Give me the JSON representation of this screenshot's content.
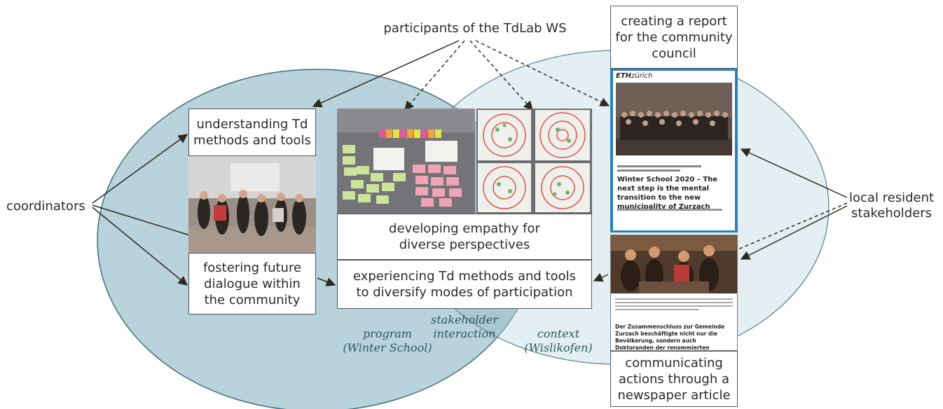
{
  "top_label": "participants of the TdLab WS",
  "left_label": "coordinators",
  "right_label": "local resident\nstakeholders",
  "boxes": {
    "understanding": "understanding Td\nmethods and tools",
    "fostering": "fostering future\ndialogue within\nthe community",
    "empathy": "developing empathy for\ndiverse perspectives",
    "experiencing": "experiencing Td methods and tools\nto diversify modes of participation",
    "report": "creating a report\nfor the community\ncouncil",
    "communicating": "communicating\nactions through a\nnewspaper article"
  },
  "ellipse_labels": {
    "program": "program\n(Winter School)",
    "stakeholder": "stakeholder\ninteraction",
    "context": "context\n(Wislikofen)"
  },
  "report_thumb": {
    "logo_eth": "ETH",
    "logo_zurich": "zürich",
    "headline": "Winter School 2020 – The next step is the mental transition to the new municipality of Zurzach"
  },
  "newspaper_thumb": {
    "headline": "Der Zusammenschluss zur Gemeinde Zurzach beschäftigte nicht nur die Bevölkerung, sondern auch Doktoranden der renommierten Hochschule."
  },
  "colors": {
    "program_ellipse": "#b8d3dc",
    "context_ellipse": "#e3eff3",
    "overlap": "#a9c7d1",
    "ellipse_stroke": "#3f6f7e",
    "arrow": "#2e2a1f"
  }
}
